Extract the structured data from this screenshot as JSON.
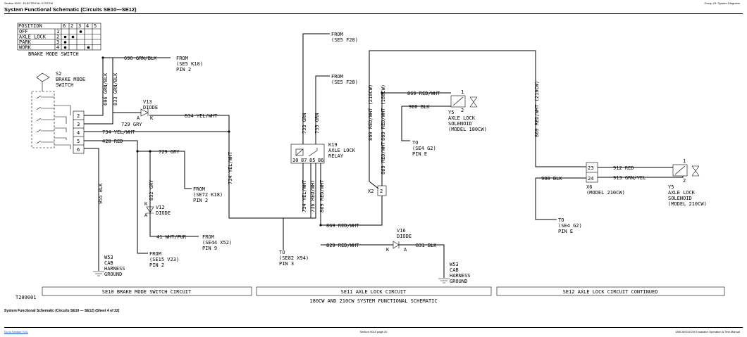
{
  "header": {
    "left": "Section 9015 - ELECTRICAL SYSTEM",
    "right": "Group 15: System Diagrams",
    "title": "System Functional Schematic (Circuits SE10—SE12)"
  },
  "footer": {
    "caption": "System Functional Schematic (Circuits SE10 — SE12) (Sheet 4 of 22)",
    "link": "Go to Section TOC",
    "center": "Section 9015 page 20",
    "right": "180CW/210CW Excavator Operation & Test Manual"
  },
  "switch_table": {
    "position_label": "POSITION",
    "columns": [
      "6",
      "2",
      "3",
      "4",
      "5"
    ],
    "rows": [
      {
        "name": "OFF",
        "num": "1",
        "dots": [
          2
        ]
      },
      {
        "name": "AXLE LOCK",
        "num": "2",
        "dots": [
          0,
          1
        ]
      },
      {
        "name": "PARK",
        "num": "3",
        "dots": [
          0
        ]
      },
      {
        "name": "WORK",
        "num": "4",
        "dots": [
          0,
          3
        ]
      }
    ],
    "title": "BRAKE MODE SWITCH"
  },
  "labels": {
    "s2": [
      "S2",
      "BRAKE MODE",
      "SWITCH"
    ],
    "s2_terms": [
      "2",
      "3",
      "4",
      "5",
      "6"
    ],
    "w696": "696 GRN/BLK",
    "from_k10": [
      "FROM",
      "(SE5 K10)",
      "PIN 2"
    ],
    "w696_vert": "696 GRN/BLK",
    "w833_vert": "833 GRN/BLK",
    "v13": [
      "V13",
      "DIODE"
    ],
    "v13_a": "A",
    "v13_k": "K",
    "w834": "834 YEL/WHT",
    "w729a": "729 GRY",
    "w734a": "734 YEL/WHT",
    "w428": "428 RED",
    "w729b": "729 GRY",
    "w734_vert": "734 YEL/WHT",
    "w955_vert": "955 BLK",
    "w832_vert": "832 GRY",
    "v12": [
      "V12",
      "DIODE"
    ],
    "v12_k": "K",
    "v12_a": "A",
    "from_k18": [
      "FROM",
      "(SE72 K18)",
      "PIN 2"
    ],
    "w41": "41 WHT/PUR",
    "from_x52": [
      "FROM",
      "(SE44 X52)",
      "PIN 9"
    ],
    "w53a": [
      "W53",
      "CAB",
      "HARNESS",
      "GROUND"
    ],
    "from_v23": [
      "FROM",
      "(SE15 V23)",
      "PIN 2"
    ],
    "from_f28a": [
      "FROM",
      "(SE5 F28)"
    ],
    "from_f28b": [
      "FROM",
      "(SE5 F28)"
    ],
    "w733_vert": "733 GRN",
    "w735_vert": "735 GRN",
    "k19": [
      "K19",
      "AXLE LOCK",
      "RELAY"
    ],
    "k19_pins": [
      "30",
      "87",
      "85",
      "86"
    ],
    "w734b_vert": "734 YEL/WHT",
    "w736_vert": "736 RED/WHT",
    "w869a_vert": "869 RED/WHT",
    "to_x94": [
      "TO",
      "(SE82 X94)",
      "PIN 3"
    ],
    "w869_210_vert": "869 RED/WHT (210CW)",
    "w869_180_vert": "869 RED/WHT (180CW)",
    "w869b": "869 RED/WHT",
    "w900a": "900 BLK",
    "y5a": [
      "Y5",
      "AXLE LOCK",
      "SOLENOID",
      "(MODEL 180CW)"
    ],
    "y5a_pins": [
      "1",
      "2"
    ],
    "to_g2a": [
      "TO",
      "(SE4 G2)",
      "PIN E"
    ],
    "w869c_vert": "869 RED/WHT",
    "x2": "X2",
    "x2_pin": "2",
    "w869d": "869 RED/WHT",
    "w829": "829 RED/WHT",
    "v16": [
      "V16",
      "DIODE"
    ],
    "v16_k": "K",
    "v16_a": "A",
    "w831": "831 BLK",
    "w53b": [
      "W53",
      "CAB",
      "HARNESS",
      "GROUND"
    ],
    "w869_210b_vert": "869 RED/WHT (210CW)",
    "x6_pins": [
      "23",
      "24"
    ],
    "x6": [
      "X6",
      "(MODEL 210CW)"
    ],
    "w912": "912 RED",
    "w913": "913 GRN/YEL",
    "w900b": "900 BLK",
    "y5b": [
      "Y5",
      "AXLE LOCK",
      "SOLENOID",
      "(MODEL 210CW)"
    ],
    "y5b_pins": [
      "1",
      "2"
    ],
    "to_g2b": [
      "TO",
      "(SE4 G2)",
      "PIN E"
    ],
    "fig_id": "T209001",
    "band1": "SE10 BRAKE MODE SWITCH CIRCUIT",
    "band2": "SE11 AXLE LOCK CIRCUIT",
    "band3": "SE12 AXLE LOCK CIRCUIT CONTINUED",
    "caption": "180CW AND 210CW SYSTEM FUNCTIONAL SCHEMATIC"
  }
}
